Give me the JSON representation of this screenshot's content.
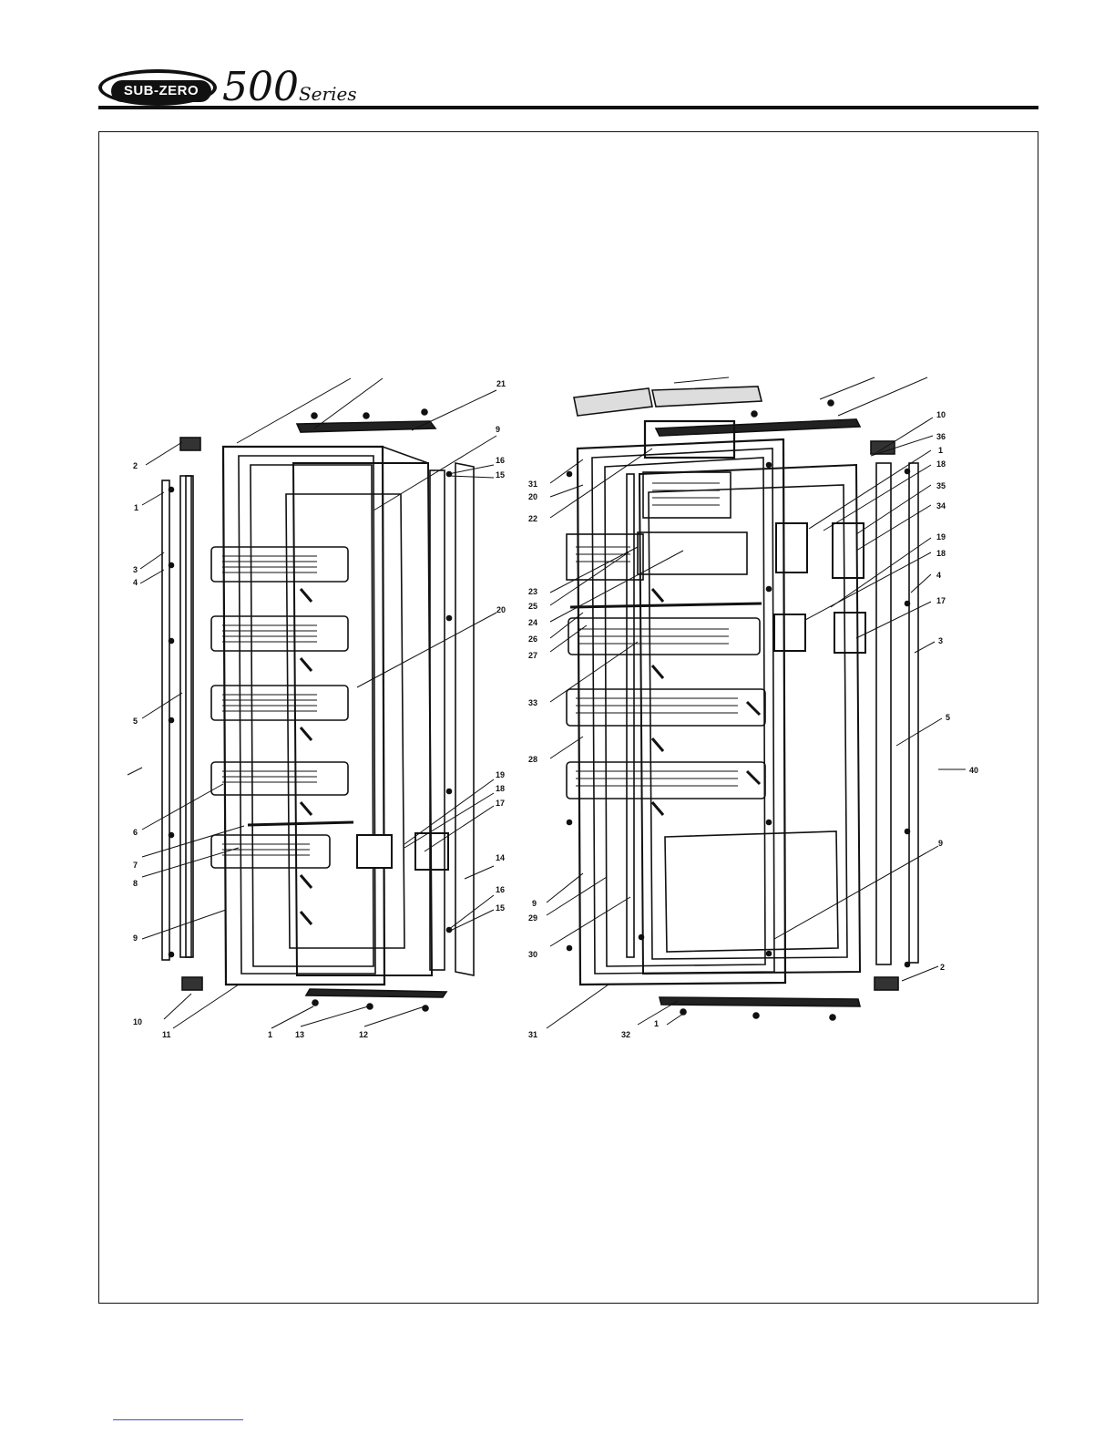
{
  "header": {
    "brand": "SUB-ZERO",
    "series_number": "500",
    "series_word": "Series"
  },
  "left_door_callouts": [
    "21",
    "2",
    "1",
    "3",
    "4",
    "9",
    "16",
    "15",
    "20",
    "5",
    "6",
    "19",
    "18",
    "17",
    "7",
    "8",
    "14",
    "16",
    "15",
    "9",
    "10",
    "11",
    "1",
    "13",
    "12"
  ],
  "right_door_callouts": [
    "31",
    "20",
    "22",
    "23",
    "25",
    "24",
    "26",
    "27",
    "33",
    "28",
    "9",
    "29",
    "30",
    "31",
    "32",
    "1",
    "10",
    "36",
    "1",
    "18",
    "35",
    "34",
    "19",
    "18",
    "4",
    "17",
    "3",
    "5",
    "40",
    "9",
    "2"
  ],
  "colors": {
    "ink": "#111111",
    "link_underline": "#3a56c8"
  }
}
